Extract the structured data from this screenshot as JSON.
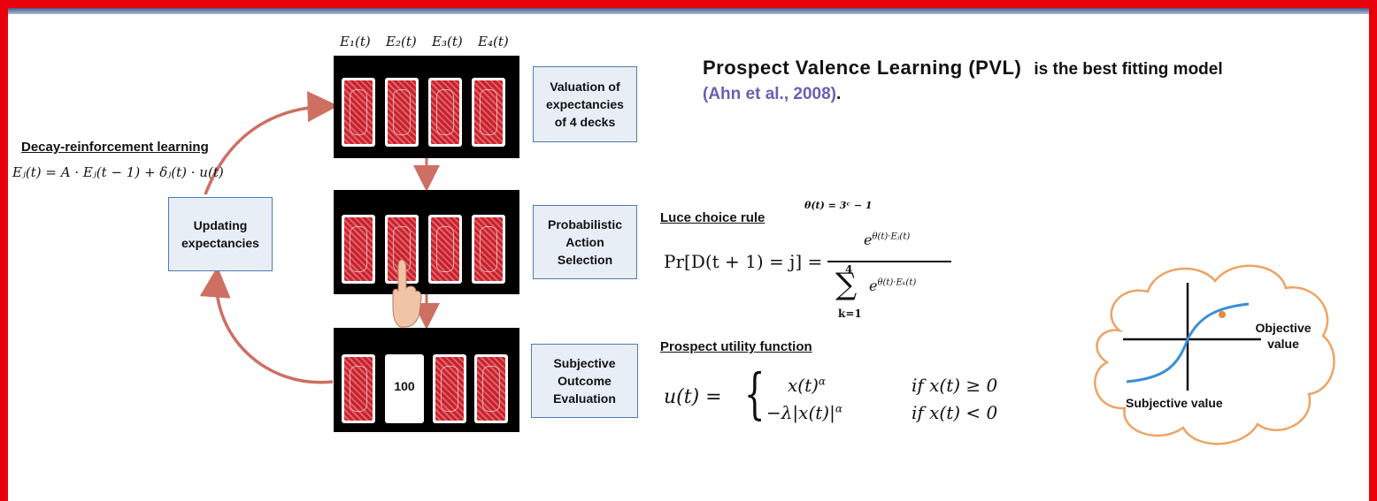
{
  "deck_labels": [
    "E₁(t)",
    "E₂(t)",
    "E₃(t)",
    "E₄(t)"
  ],
  "boxes": {
    "valuation": "Valuation of\nexpectancies\nof 4 decks",
    "action": "Probabilistic\nAction\nSelection",
    "evaluation": "Subjective\nOutcome\nEvaluation",
    "updating": "Updating\nexpectancies"
  },
  "selected_card_value": "100",
  "decay": {
    "title": "Decay-reinforcement learning",
    "equation": "Eⱼ(t) = A · Eⱼ(t − 1) + δⱼ(t) · u(t)"
  },
  "headline": {
    "bold": "Prospect Valence Learning (PVL)",
    "rest": "is the best fitting model",
    "citation": "(Ahn et al., 2008)",
    "period": "."
  },
  "luce": {
    "title": "Luce choice rule",
    "theta": "θ(t) = 3ᶜ − 1",
    "lhs": "Pr[D(t + 1) = j] =",
    "numerator": "eᶿ",
    "numerator_exp": "θ(t)·Eⱼ(t)",
    "sum_top": "4",
    "sum_bottom": "k=1",
    "denominator_exp": "θ(t)·Eₖ(t)"
  },
  "prospect": {
    "title": "Prospect utility function",
    "lhs": "u(t) =",
    "case1_expr": "x(t)",
    "case1_cond": "if  x(t) ≥ 0",
    "case2_expr": "−λ|x(t)|",
    "case2_cond": "if  x(t) < 0",
    "exponent": "α"
  },
  "cloud": {
    "objective_label": "Objective\nvalue",
    "subjective_label": "Subjective value"
  },
  "colors": {
    "arrow": "#cd6f62",
    "box_border": "#4f7ab3",
    "citation": "#6a5fb5",
    "cloud_border": "#eca464",
    "curve": "#3b8ed8",
    "marker": "#e48a44"
  }
}
